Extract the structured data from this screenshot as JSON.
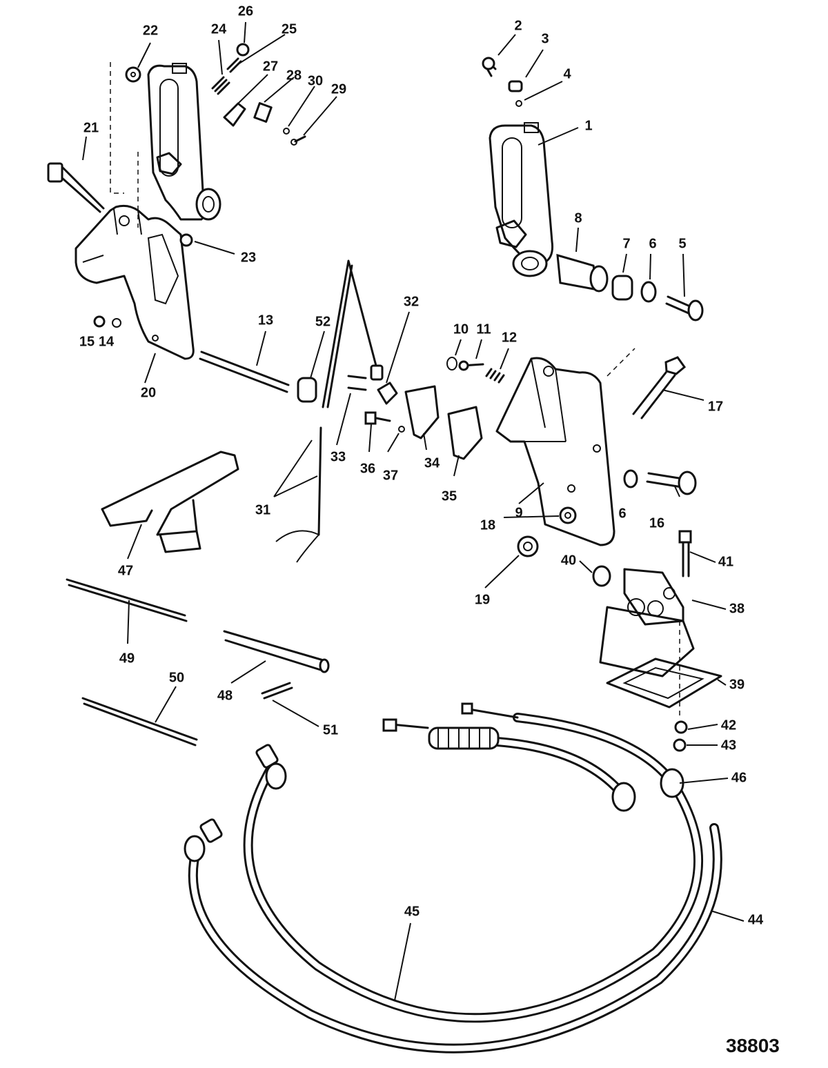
{
  "figure_number": "38803",
  "callouts": [
    "1",
    "2",
    "3",
    "4",
    "5",
    "6",
    "6",
    "7",
    "8",
    "9",
    "10",
    "11",
    "12",
    "13",
    "14",
    "15",
    "16",
    "17",
    "18",
    "19",
    "20",
    "21",
    "22",
    "23",
    "24",
    "25",
    "26",
    "27",
    "28",
    "29",
    "30",
    "31",
    "32",
    "33",
    "34",
    "35",
    "36",
    "37",
    "38",
    "39",
    "40",
    "41",
    "42",
    "43",
    "44",
    "45",
    "46",
    "47",
    "48",
    "49",
    "50",
    "51",
    "52"
  ]
}
